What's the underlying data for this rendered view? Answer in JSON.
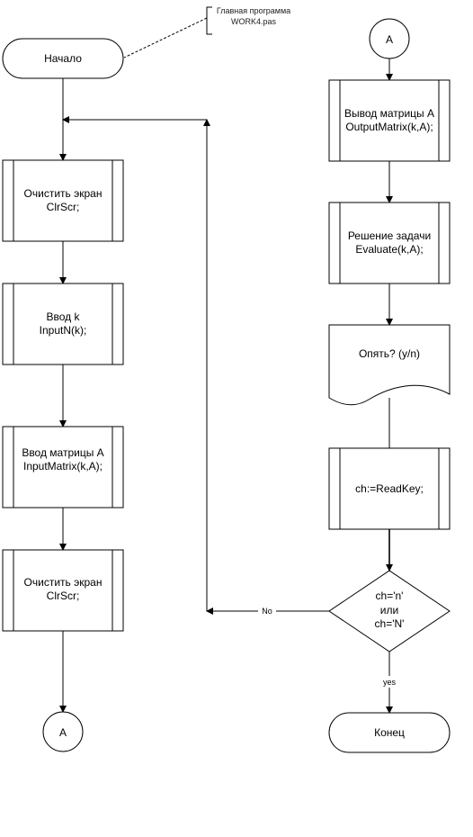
{
  "note": {
    "line1": "Главная программа",
    "line2": "WORK4.pas"
  },
  "left_column": {
    "start": "Начало",
    "clear1_line1": "Очистить экран",
    "clear1_line2": "ClrScr;",
    "input_k_line1": "Ввод k",
    "input_k_line2": "InputN(k);",
    "input_a_line1": "Ввод матрицы А",
    "input_a_line2": "InputMatrix(k,A);",
    "clear2_line1": "Очистить экран",
    "clear2_line2": "ClrScr;",
    "connector": "А"
  },
  "right_column": {
    "connector": "А",
    "output_line1": "Вывод матрицы А",
    "output_line2": "OutputMatrix(k,A);",
    "solve_line1": "Решение задачи",
    "solve_line2": "Evaluate(k,A);",
    "prompt": "Опять? (y/n)",
    "readkey": "ch:=ReadKey;",
    "cond_line1": "ch='n'",
    "cond_line2": "или",
    "cond_line3": "ch='N'",
    "end": "Конец"
  },
  "edges": {
    "no": "No",
    "yes": "yes"
  }
}
